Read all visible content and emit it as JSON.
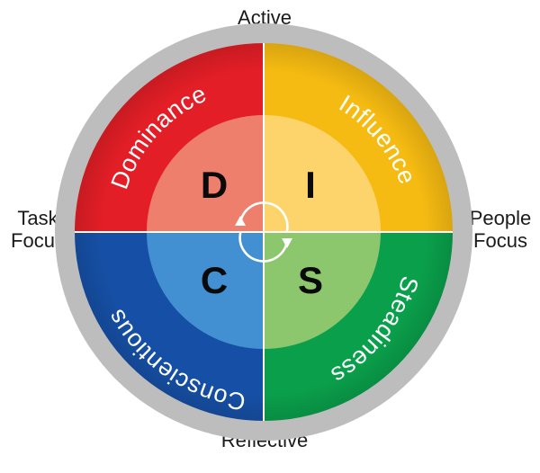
{
  "axis": {
    "top": "Active",
    "bottom": "Reflective",
    "left_line1": "Task",
    "left_line2": "Focus",
    "right_line1": "People",
    "right_line2": "Focus"
  },
  "quadrants": {
    "d": {
      "name": "Dominance",
      "letter": "D",
      "outer_color": "#e31e26",
      "inner_color": "#ef7f6d"
    },
    "i": {
      "name": "Influence",
      "letter": "I",
      "outer_color": "#f6bb12",
      "inner_color": "#fdd46c"
    },
    "s": {
      "name": "Steadiness",
      "letter": "S",
      "outer_color": "#0aa04b",
      "inner_color": "#8cc66d"
    },
    "c": {
      "name": "Conscientious",
      "letter": "C",
      "outer_color": "#1650a6",
      "inner_color": "#4290d2"
    }
  },
  "colors": {
    "outer_ring": "#bdbdbd",
    "divider": "#ffffff",
    "cycle_arrows": "#ffffff"
  },
  "icons": {
    "center": "cycle-arrows-icon"
  }
}
